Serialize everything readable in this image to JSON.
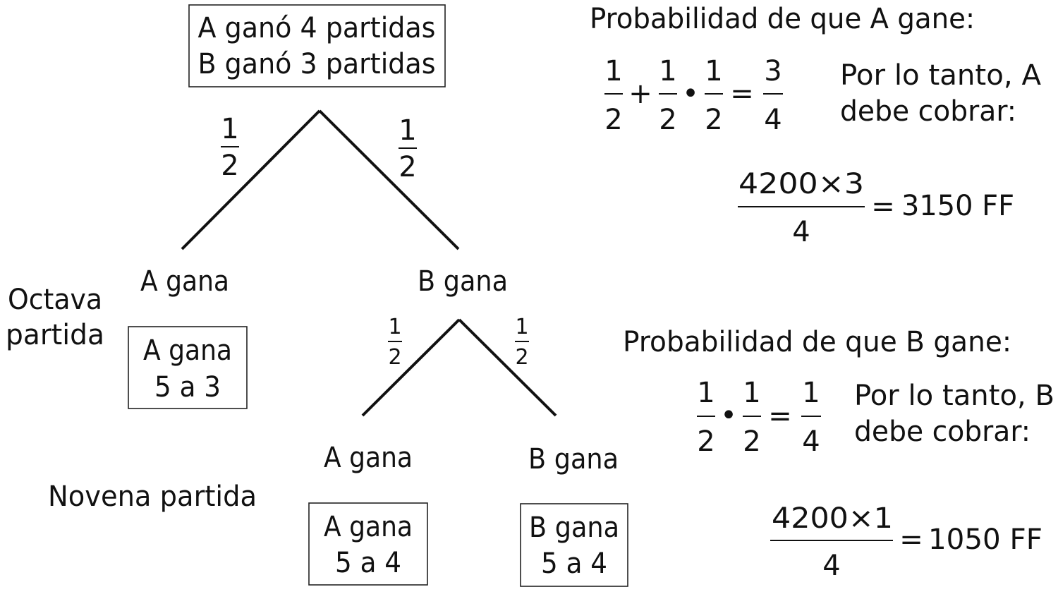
{
  "tree": {
    "root": {
      "line1": "A ganó 4 partidas",
      "line2": "B ganó 3 partidas"
    },
    "branch_prob": {
      "num": "1",
      "den": "2"
    },
    "round_labels": {
      "octava_line1": "Octava",
      "octava_line2": "partida",
      "novena": "Novena partida"
    },
    "level1": {
      "left_label": "A gana",
      "right_label": "B gana"
    },
    "level2": {
      "left_label": "A gana",
      "right_label": "B gana"
    },
    "results": {
      "a_wins_53": {
        "line1": "A gana",
        "line2": "5 a 3"
      },
      "a_wins_54": {
        "line1": "A gana",
        "line2": "5 a 4"
      },
      "b_wins_54": {
        "line1": "B gana",
        "line2": "5 a 4"
      }
    }
  },
  "calc_a": {
    "heading": "Probabilidad de que A gane:",
    "formula": {
      "f1_num": "1",
      "f1_den": "2",
      "plus": "+",
      "f2_num": "1",
      "f2_den": "2",
      "dot": "•",
      "f3_num": "1",
      "f3_den": "2",
      "eq": "=",
      "res_num": "3",
      "res_den": "4"
    },
    "conclusion_line1": "Por lo tanto, A",
    "conclusion_line2": "debe cobrar:",
    "payout": {
      "numerator": "4200×3",
      "denominator": "4",
      "eq": "=",
      "result": "3150 FF"
    }
  },
  "calc_b": {
    "heading": "Probabilidad de que B gane:",
    "formula": {
      "f1_num": "1",
      "f1_den": "2",
      "dot": "•",
      "f2_num": "1",
      "f2_den": "2",
      "eq": "=",
      "res_num": "1",
      "res_den": "4"
    },
    "conclusion_line1": "Por lo tanto, B",
    "conclusion_line2": "debe cobrar:",
    "payout": {
      "numerator": "4200×1",
      "denominator": "4",
      "eq": "=",
      "result": "1050 FF"
    }
  }
}
